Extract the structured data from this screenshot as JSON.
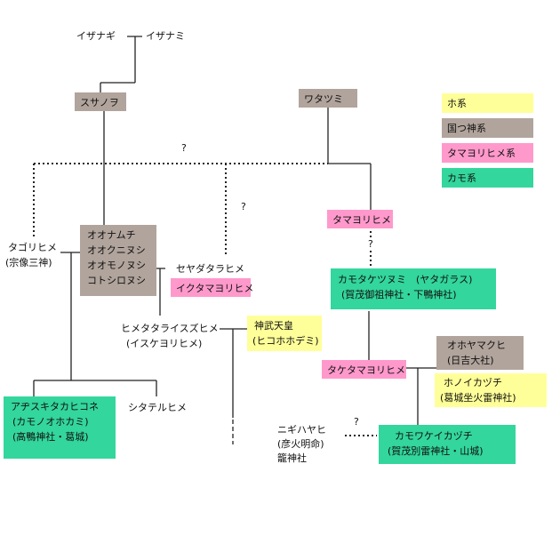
{
  "colors": {
    "ho": "#ffff99",
    "kunitsu": "#b1a49c",
    "tamayori": "#ff99cc",
    "kamo": "#33d69c",
    "line": "#222222"
  },
  "legend": {
    "ho": "ホ系",
    "kunitsu": "国つ神系",
    "tamayori": "タマヨリヒメ系",
    "kamo": "カモ系"
  },
  "nodes": {
    "izanagi": "イザナギ",
    "izanami": "イザナミ",
    "susanoo": "スサノヲ",
    "watatsumi": "ワタツミ",
    "okuninushi": [
      "オオナムチ",
      "オオクニヌシ",
      "オオモノヌシ",
      "コトシロヌシ"
    ],
    "tagorihime": [
      "タゴリヒメ",
      "(宗像三神)"
    ],
    "seyadatarahime": "セヤダタラヒメ",
    "ikutamayorihime": "イクタマヨリヒメ",
    "tamayorihime": "タマヨリヒメ",
    "kamotaketsunumi": [
      "カモタケツヌミ　(ヤタガラス)",
      "(賀茂御祖神社・下鴨神社)"
    ],
    "himetatara": [
      "ヒメタタライスズヒメ",
      "(イスケヨリヒメ)"
    ],
    "jimmu": [
      "神武天皇",
      "(ヒコホホデミ)"
    ],
    "taketamayorihime": "タケタマヨリヒメ",
    "ohoyamakuhi": [
      "オホヤマクヒ",
      "(日吉大社)"
    ],
    "honoikazuchi": [
      "ホノイカヅチ",
      "(葛城坐火雷神社)"
    ],
    "ajisuki": [
      "アヂスキタカヒコネ",
      "(カモノオホカミ)",
      "(高鴨神社・葛城)"
    ],
    "shitateruhime": "シタテルヒメ",
    "nigihayahi": [
      "ニギハヤヒ",
      "(彦火明命)",
      "籠神社"
    ],
    "kamowakeikazuchi": [
      "カモワケイカヅチ",
      "(賀茂別雷神社・山城)"
    ]
  },
  "unknown_marks": [
    "?",
    "?",
    "?",
    "?"
  ]
}
